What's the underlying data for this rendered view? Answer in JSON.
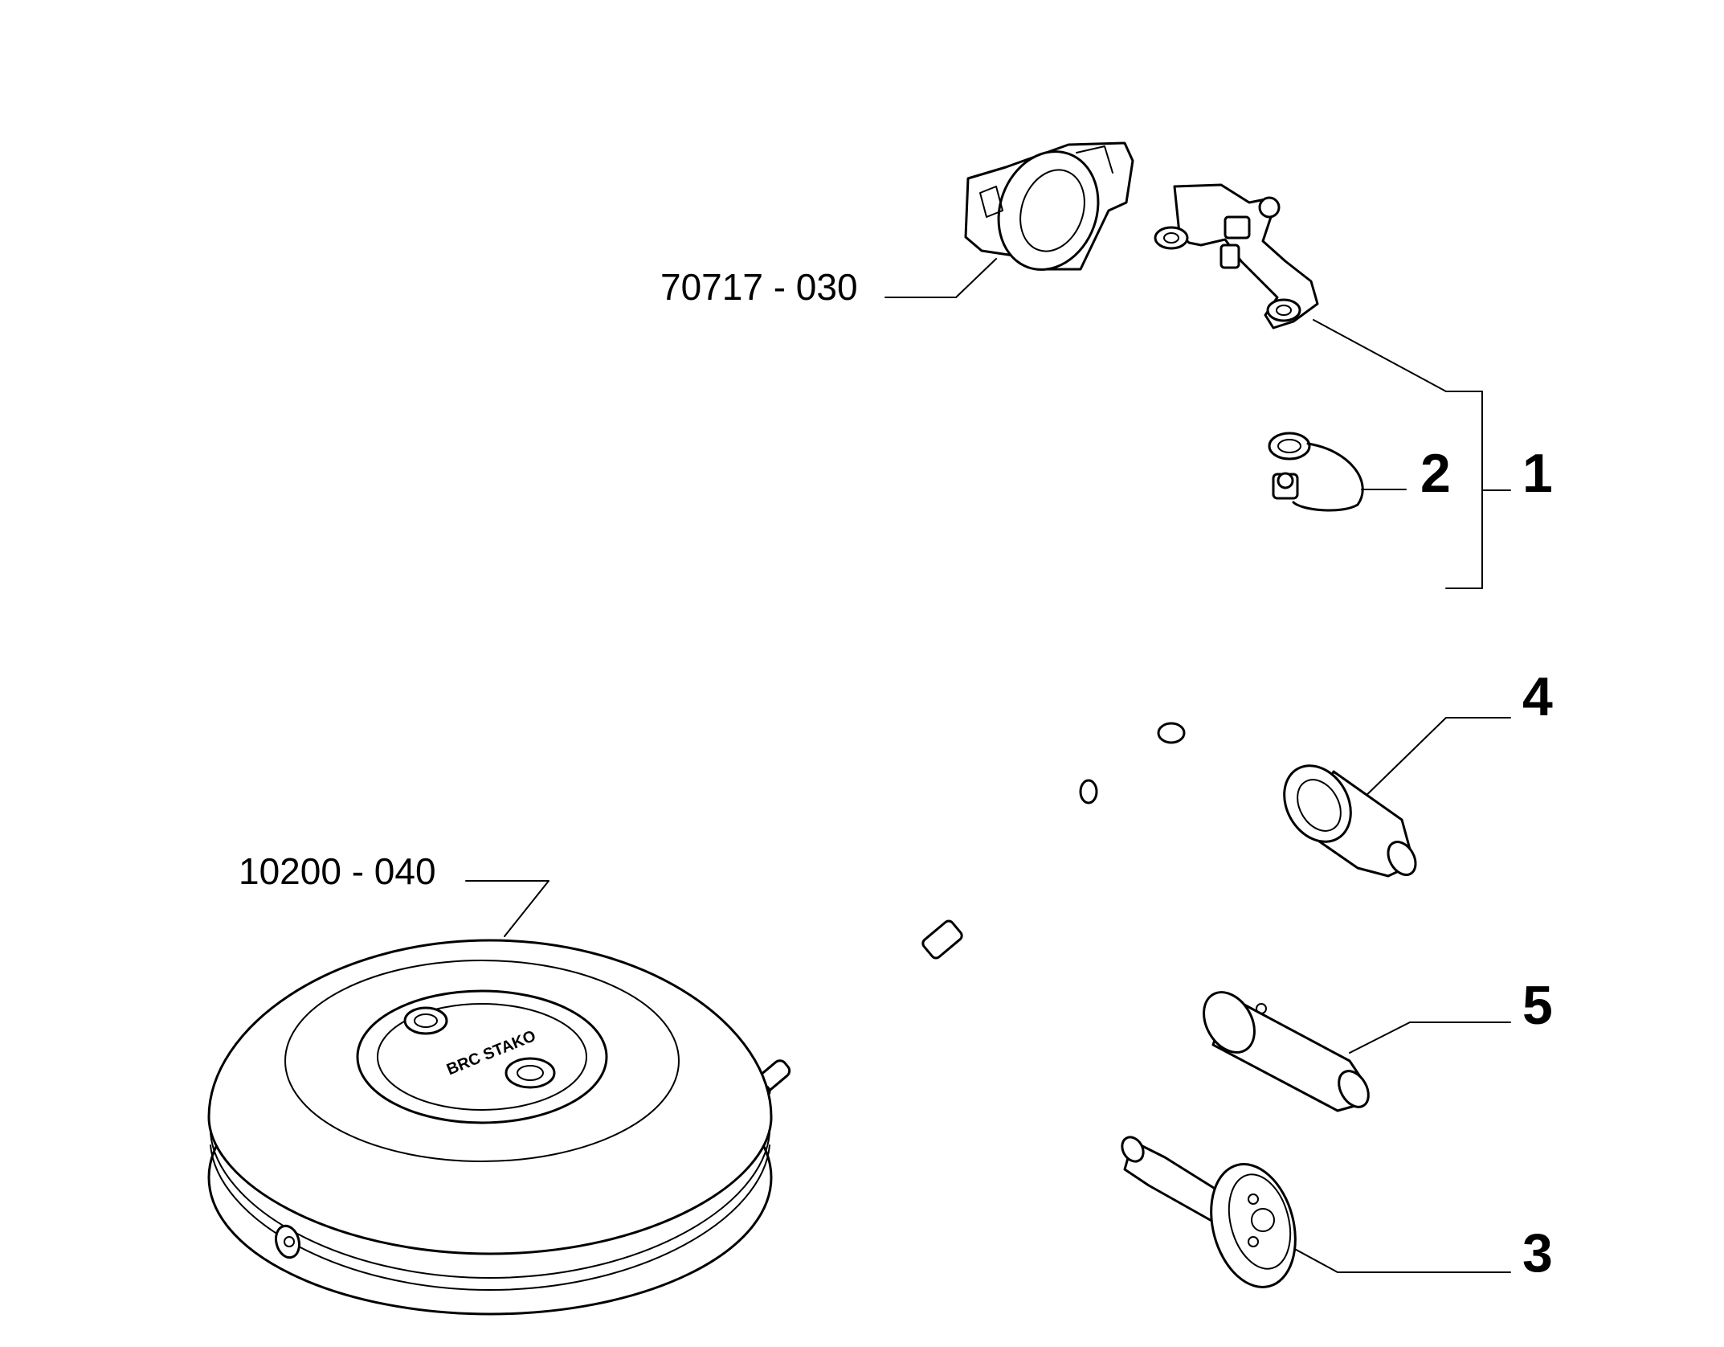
{
  "diagram": {
    "labels": {
      "ref_70717": "70717 - 030",
      "ref_10200": "10200 - 040",
      "part_1": "1",
      "part_2": "2",
      "part_3": "3",
      "part_4": "4",
      "part_5": "5"
    },
    "tank_marking": "BRC STAKO",
    "colors": {
      "ink": "#000000",
      "paper": "#ffffff"
    }
  }
}
